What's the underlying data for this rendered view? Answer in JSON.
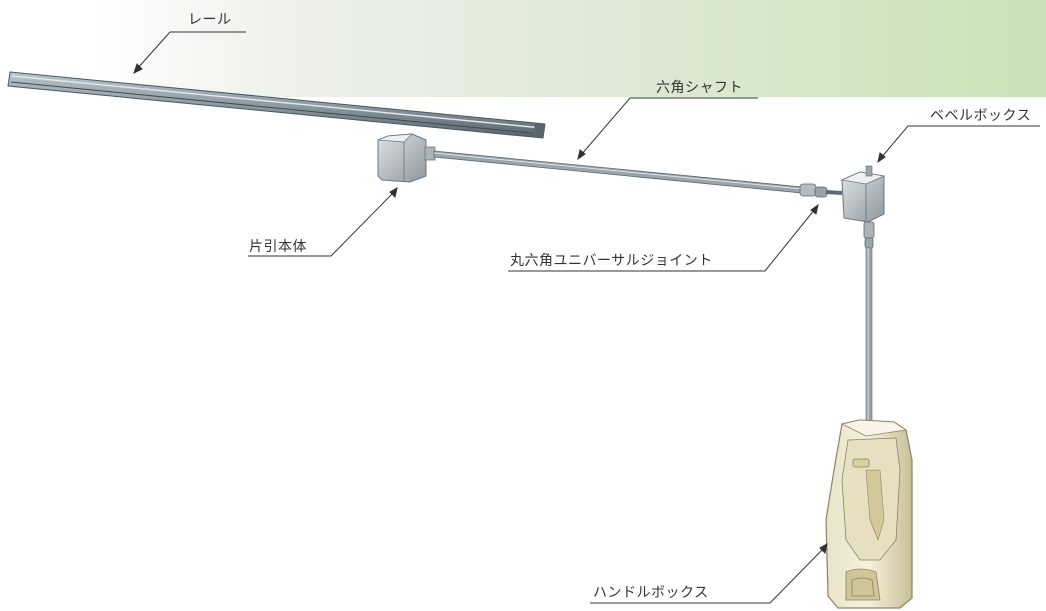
{
  "labels": {
    "rail": "レール",
    "hex_shaft": "六角シャフト",
    "bevel_box": "ベベルボックス",
    "single_pull_body": "片引本体",
    "universal_joint": "丸六角ユニバーサルジョイント",
    "handle_box": "ハンドルボックス"
  }
}
